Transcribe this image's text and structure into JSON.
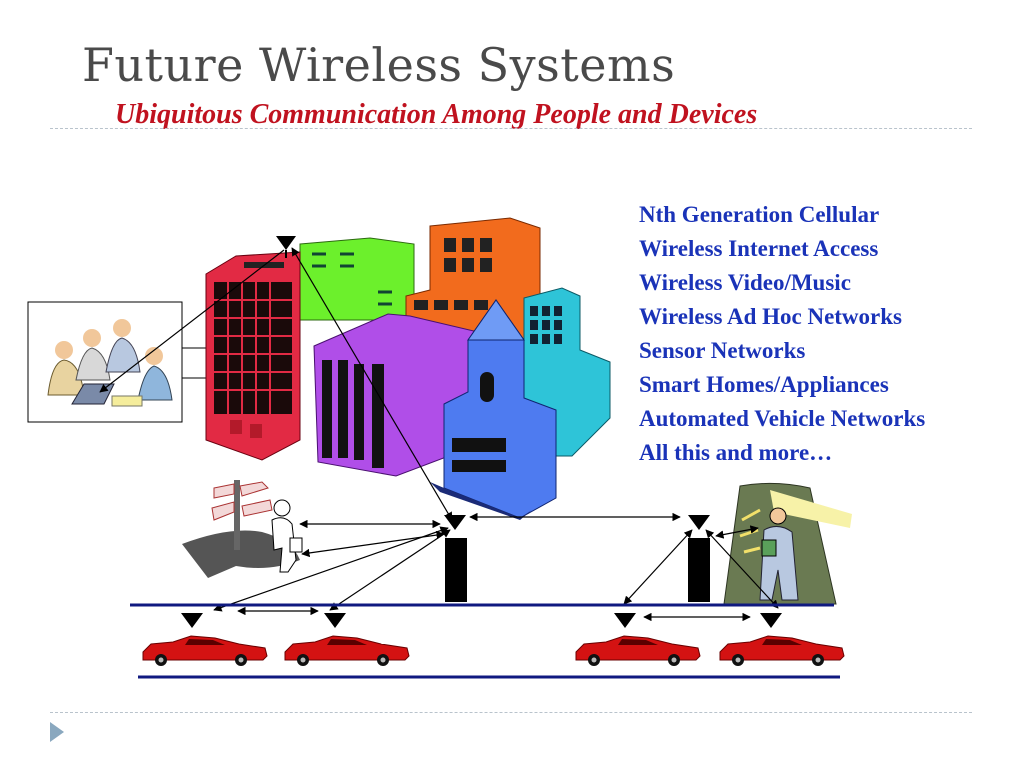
{
  "slide": {
    "title": "Future Wireless Systems",
    "subtitle": "Ubiquitous Communication Among People and Devices",
    "applications": [
      "Nth Generation Cellular",
      "Wireless Internet Access",
      "Wireless Video/Music",
      "Wireless Ad Hoc Networks",
      "Sensor Networks",
      "Smart Homes/Appliances",
      "Automated Vehicle Networks",
      "All this and more…"
    ]
  },
  "icons": {
    "nav": "triangle-right-icon",
    "antenna": "antenna-icon",
    "car": "sports-car-icon"
  },
  "colors": {
    "title": "#4a4a4a",
    "subtitle": "#c0121f",
    "list": "#1a33b8",
    "road": "#101a80",
    "nav": "#8aa8bf"
  }
}
